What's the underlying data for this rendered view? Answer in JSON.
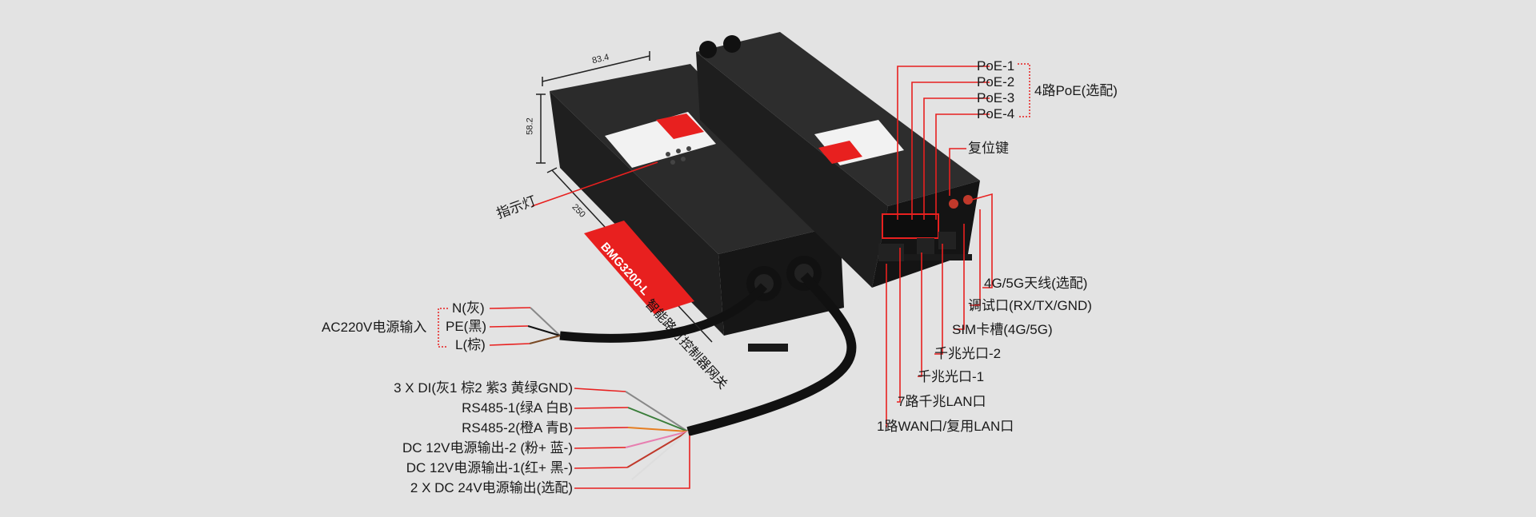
{
  "dimensions": {
    "width": "83.4",
    "height": "58.2",
    "length": "250"
  },
  "device": {
    "model_tag": "BMG3200-L",
    "side_caption": "智能路灯控制器网关"
  },
  "indicator_label": "指示灯",
  "ports_right": {
    "poe": [
      "PoE-1",
      "PoE-2",
      "PoE-3",
      "PoE-4"
    ],
    "poe_group": "4路PoE(选配)",
    "reset": "复位键",
    "antenna": "4G/5G天线(选配)",
    "debug": "调试口(RX/TX/GND)",
    "sim": "SIM卡槽(4G/5G)",
    "fiber2": "千兆光口-2",
    "fiber1": "千兆光口-1",
    "lan": "7路千兆LAN口",
    "wan": "1路WAN口/复用LAN口"
  },
  "power_input": {
    "group": "AC220V电源输入",
    "wires": [
      "N(灰)",
      "PE(黑)",
      "L(棕)"
    ]
  },
  "io_cable": [
    "3 X DI(灰1 棕2 紫3 黄绿GND)",
    "RS485-1(绿A 白B)",
    "RS485-2(橙A 青B)",
    "DC 12V电源输出-2 (粉+ 蓝-)",
    "DC 12V电源输出-1(红+ 黑-)",
    "2 X DC 24V电源输出(选配)"
  ],
  "colors": {
    "leader": "#e8201f",
    "body": "#2a2a2a",
    "accent": "#e8201f"
  }
}
